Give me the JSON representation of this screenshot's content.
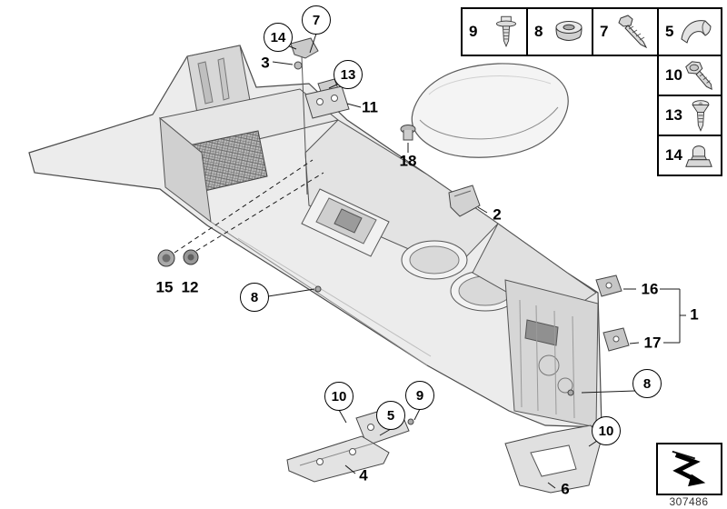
{
  "drawing": {
    "number": "307486",
    "callouts": [
      {
        "label": "7",
        "shape": "circle"
      },
      {
        "label": "14",
        "shape": "circle"
      },
      {
        "label": "13",
        "shape": "circle"
      },
      {
        "label": "3",
        "shape": "plain"
      },
      {
        "label": "11",
        "shape": "plain"
      },
      {
        "label": "18",
        "shape": "plain"
      },
      {
        "label": "2",
        "shape": "plain"
      },
      {
        "label": "15",
        "shape": "plain"
      },
      {
        "label": "12",
        "shape": "plain"
      },
      {
        "label": "8",
        "shape": "circle"
      },
      {
        "label": "16",
        "shape": "plain"
      },
      {
        "label": "1",
        "shape": "plain"
      },
      {
        "label": "17",
        "shape": "plain"
      },
      {
        "label": "8",
        "shape": "circle"
      },
      {
        "label": "10",
        "shape": "circle"
      },
      {
        "label": "9",
        "shape": "circle"
      },
      {
        "label": "5",
        "shape": "circle"
      },
      {
        "label": "10",
        "shape": "circle"
      },
      {
        "label": "4",
        "shape": "plain"
      },
      {
        "label": "6",
        "shape": "plain"
      }
    ],
    "legend": {
      "cells": [
        {
          "label": "9",
          "icon": "flange-screw-icon"
        },
        {
          "label": "8",
          "icon": "flange-nut-icon"
        },
        {
          "label": "7",
          "icon": "hex-washer-screw-icon"
        },
        {
          "label": "5",
          "icon": "cap-clip-icon"
        },
        {
          "label": "10",
          "icon": "hex-flange-bolt-icon"
        },
        {
          "label": "13",
          "icon": "countersunk-screw-icon"
        },
        {
          "label": "14",
          "icon": "plastic-cap-nut-icon"
        }
      ]
    },
    "reference_box": {
      "icon": "continuation-arrow-icon"
    }
  }
}
